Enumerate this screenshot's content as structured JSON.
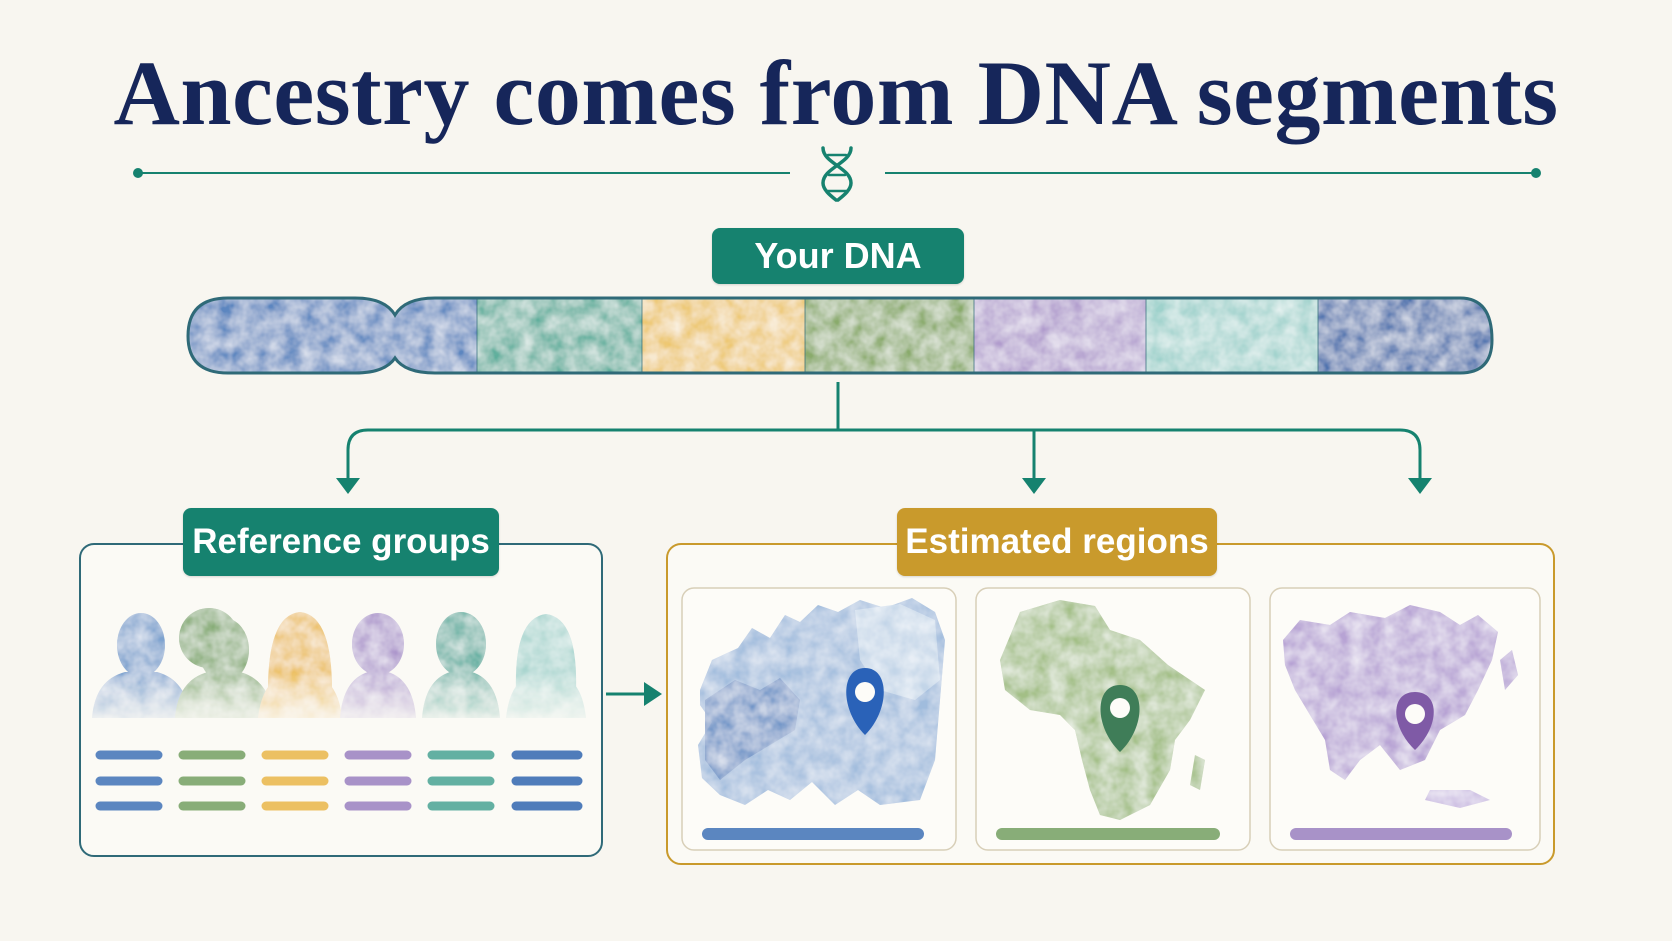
{
  "title": "Ancestry comes from DNA segments",
  "labels": {
    "your_dna": "Your DNA",
    "reference_groups": "Reference groups",
    "estimated_regions": "Estimated regions"
  },
  "icons": [
    "dna-helix-icon",
    "person-silhouette-icon",
    "map-pin-icon",
    "arrow-icon"
  ],
  "colors": {
    "title": "#16265a",
    "teal": "#16826f",
    "gold": "#c99a2c",
    "blue": "#5b86c0",
    "green": "#8aab6c",
    "yellow": "#e9c46a",
    "purple": "#a892c8",
    "aqua": "#8cc8c4",
    "navy": "#3f6cac"
  },
  "dna_segments": [
    "blue",
    "teal",
    "yellow",
    "green",
    "purple",
    "aqua",
    "navy"
  ],
  "reference_people": [
    "blue",
    "green",
    "yellow",
    "purple",
    "teal",
    "aqua"
  ],
  "regions": [
    {
      "name": "europe-map",
      "color": "blue"
    },
    {
      "name": "africa-map",
      "color": "green"
    },
    {
      "name": "asia-map",
      "color": "purple"
    }
  ]
}
